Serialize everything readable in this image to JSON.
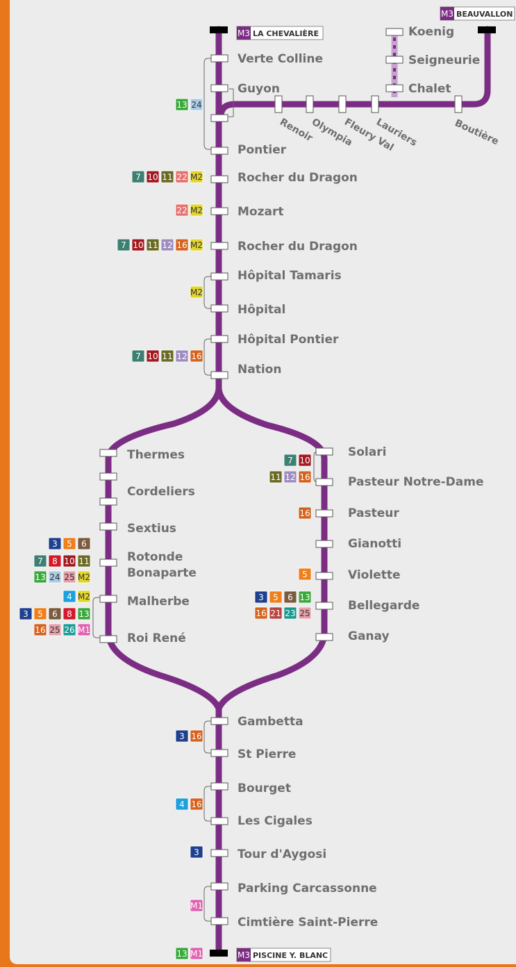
{
  "line": {
    "name": "M3",
    "color": "#7b2d84",
    "frame_color": "#e8761b"
  },
  "terminals": {
    "north": {
      "badge": "M3",
      "label": "LA CHEVALIÈRE"
    },
    "east": {
      "badge": "M3",
      "label": "BEAUVALLON"
    },
    "south": {
      "badge": "M3",
      "label": "PISCINE Y. BLANC"
    }
  },
  "stations": {
    "verte_colline": "Verte Colline",
    "guyon": "Guyon",
    "pontier": "Pontier",
    "rocher_dragon_1": "Rocher du Dragon",
    "mozart": "Mozart",
    "rocher_dragon_2": "Rocher du Dragon",
    "hopital_tamaris": "Hôpital Tamaris",
    "hopital": "Hôpital",
    "hopital_pontier": "Hôpital Pontier",
    "nation": "Nation",
    "thermes": "Thermes",
    "cordeliers": "Cordeliers",
    "sextius": "Sextius",
    "rotonde_1": "Rotonde",
    "rotonde_2": "Bonaparte",
    "malherbe": "Malherbe",
    "roi_rene": "Roi René",
    "solari": "Solari",
    "pasteur_nd": "Pasteur Notre-Dame",
    "pasteur": "Pasteur",
    "gianotti": "Gianotti",
    "violette": "Violette",
    "bellegarde": "Bellegarde",
    "ganay": "Ganay",
    "gambetta": "Gambetta",
    "st_pierre": "St Pierre",
    "bourget": "Bourget",
    "les_cigales": "Les Cigales",
    "tour_aygosi": "Tour d'Aygosi",
    "parking": "Parking Carcassonne",
    "cimetiere": "Cimtière Saint-Pierre",
    "koenig": "Koenig",
    "seigneurie": "Seigneurie",
    "chalet": "Chalet",
    "renoir": "Renoir",
    "olympia": "Olympia",
    "fleury_val": "Fleury Val",
    "lauriers": "Lauriers",
    "boutiere": "Boutière"
  },
  "line_colors": {
    "3": "#1f3f8f",
    "4": "#1ea0dc",
    "5": "#ef7f1a",
    "6": "#7a5b3e",
    "7": "#3d8073",
    "8": "#d3182a",
    "10": "#a3191f",
    "11": "#6b6a24",
    "12": "#9c8cc0",
    "13": "#3aa83c",
    "16": "#d5621d",
    "21": "#b8423e",
    "22": "#e86f6f",
    "23": "#15998c",
    "24": "#a9cce6",
    "25": "#e6a0a8",
    "26": "#1e9c98",
    "M1": "#e061b0",
    "M2": "#e2d62a"
  },
  "connections": {
    "guyon_group": [
      "13",
      "24"
    ],
    "rocher1": [
      "7",
      "10",
      "11",
      "22",
      "M2"
    ],
    "mozart": [
      "22",
      "M2"
    ],
    "rocher2": [
      "7",
      "10",
      "11",
      "12",
      "16",
      "M2"
    ],
    "hopital_group": [
      "M2"
    ],
    "nation_group": [
      "7",
      "10",
      "11",
      "12",
      "16"
    ],
    "rotonde_r1": [
      "3",
      "5",
      "6"
    ],
    "rotonde_r2": [
      "7",
      "8",
      "10",
      "11"
    ],
    "rotonde_r3": [
      "13",
      "24",
      "25",
      "M2"
    ],
    "malherbe": [
      "4",
      "M2"
    ],
    "roi_r1": [
      "3",
      "5",
      "6",
      "8",
      "13"
    ],
    "roi_r2": [
      "16",
      "25",
      "26",
      "M1"
    ],
    "solari_r1": [
      "7",
      "10"
    ],
    "solari_r2": [
      "11",
      "12",
      "16"
    ],
    "pasteur": [
      "16"
    ],
    "violette": [
      "5"
    ],
    "bellegarde_r1": [
      "3",
      "5",
      "6",
      "13"
    ],
    "bellegarde_r2": [
      "16",
      "21",
      "23",
      "25"
    ],
    "gambetta_group": [
      "3",
      "16"
    ],
    "bourget_group": [
      "4",
      "16"
    ],
    "tour": [
      "3"
    ],
    "parking_group": [
      "M1"
    ],
    "south_term": [
      "13",
      "M1"
    ]
  }
}
